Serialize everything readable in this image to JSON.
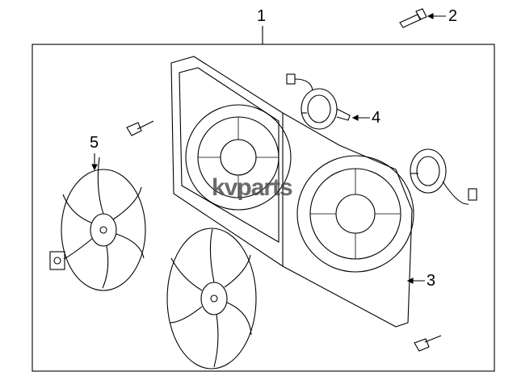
{
  "callouts": {
    "c1": "1",
    "c2": "2",
    "c3": "3",
    "c4": "4",
    "c5": "5"
  },
  "watermark": "kvparts",
  "colors": {
    "line": "#000000",
    "watermark": "#464646"
  }
}
